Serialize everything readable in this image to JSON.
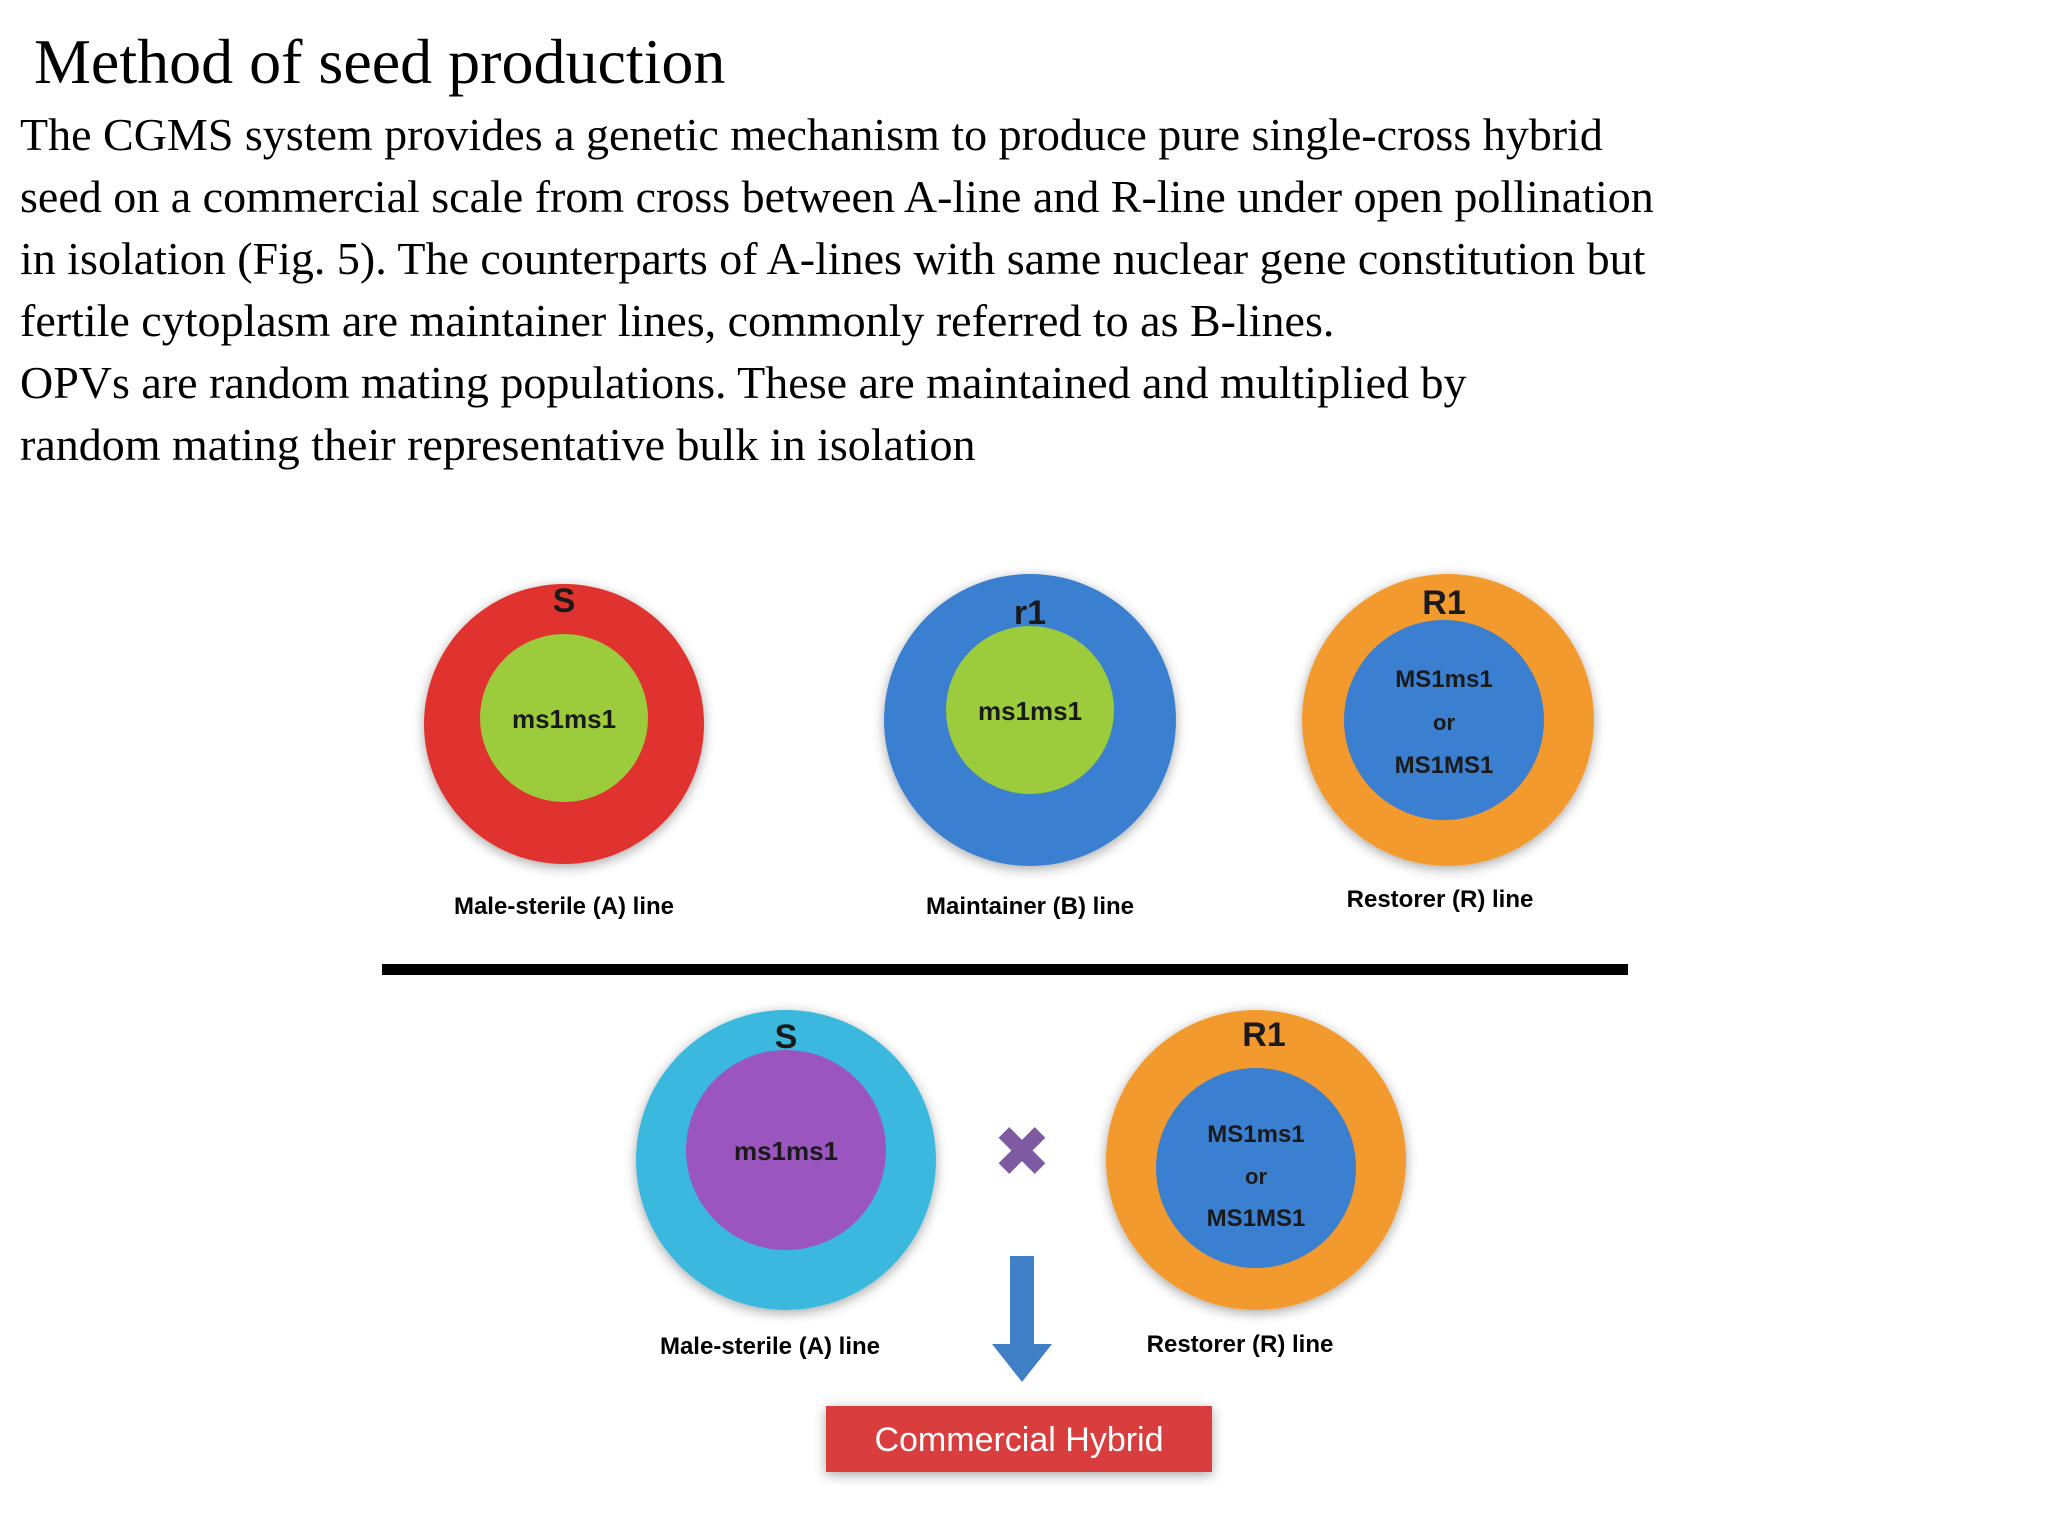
{
  "slide": {
    "title": "Method of seed production",
    "body_lines": [
      "The CGMS system provides a genetic mechanism to produce pure single-cross hybrid",
      "seed on a commercial scale from cross between A-line and R-line under open pollination",
      "in isolation (Fig. 5). The counterparts of A-lines with same nuclear gene constitution but",
      "fertile cytoplasm are maintainer lines, commonly referred to as B-lines.",
      "OPVs are random mating populations. These are maintained and multiplied by",
      "random mating their representative bulk in isolation"
    ]
  },
  "diagram": {
    "top_row": [
      {
        "cytoplasm": "S",
        "genotype_lines": [
          "ms1ms1"
        ],
        "label": "Male-sterile (A) line",
        "outer_color": "#e0302f",
        "inner_color": "#9ccc3c"
      },
      {
        "cytoplasm": "r1",
        "genotype_lines": [
          "ms1ms1"
        ],
        "label": "Maintainer (B) line",
        "outer_color": "#3b7fd0",
        "inner_color": "#9ccc3c"
      },
      {
        "cytoplasm": "R1",
        "genotype_lines": [
          "MS1ms1",
          "or",
          "MS1MS1"
        ],
        "label": "Restorer (R) line",
        "outer_color": "#f39a2e",
        "inner_color": "#3b7fd0"
      }
    ],
    "bottom_row": [
      {
        "cytoplasm": "S",
        "genotype_lines": [
          "ms1ms1"
        ],
        "label": "Male-sterile (A) line",
        "outer_color": "#3ab8de",
        "inner_color": "#9a56be"
      },
      {
        "cytoplasm": "R1",
        "genotype_lines": [
          "MS1ms1",
          "or",
          "MS1MS1"
        ],
        "label": "Restorer (R) line",
        "outer_color": "#f39a2e",
        "inner_color": "#3b7fd0"
      }
    ],
    "cross_symbol": "✖",
    "cross_color": "#7e5aa3",
    "arrow_color": "#3f7fc6",
    "divider_color": "#000000",
    "result_label": "Commercial Hybrid",
    "result_color": "#d93d3d",
    "result_text_color": "#ffffff"
  }
}
